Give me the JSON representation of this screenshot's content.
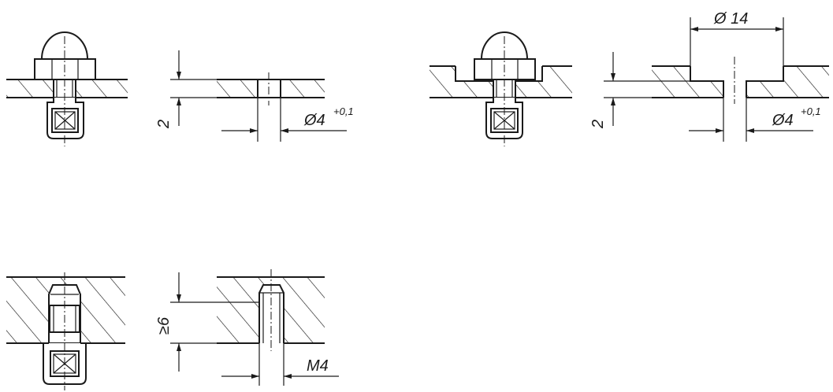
{
  "figures": {
    "through_hole": {
      "depth_label": "2",
      "diameter_label": "Ø4",
      "tolerance_label": "+0,1"
    },
    "counterbore": {
      "counterbore_label": "Ø 14",
      "depth_label": "2",
      "diameter_label": "Ø4",
      "tolerance_label": "+0,1"
    },
    "threaded_hole": {
      "depth_label": "≥6",
      "thread_label": "M4"
    }
  }
}
